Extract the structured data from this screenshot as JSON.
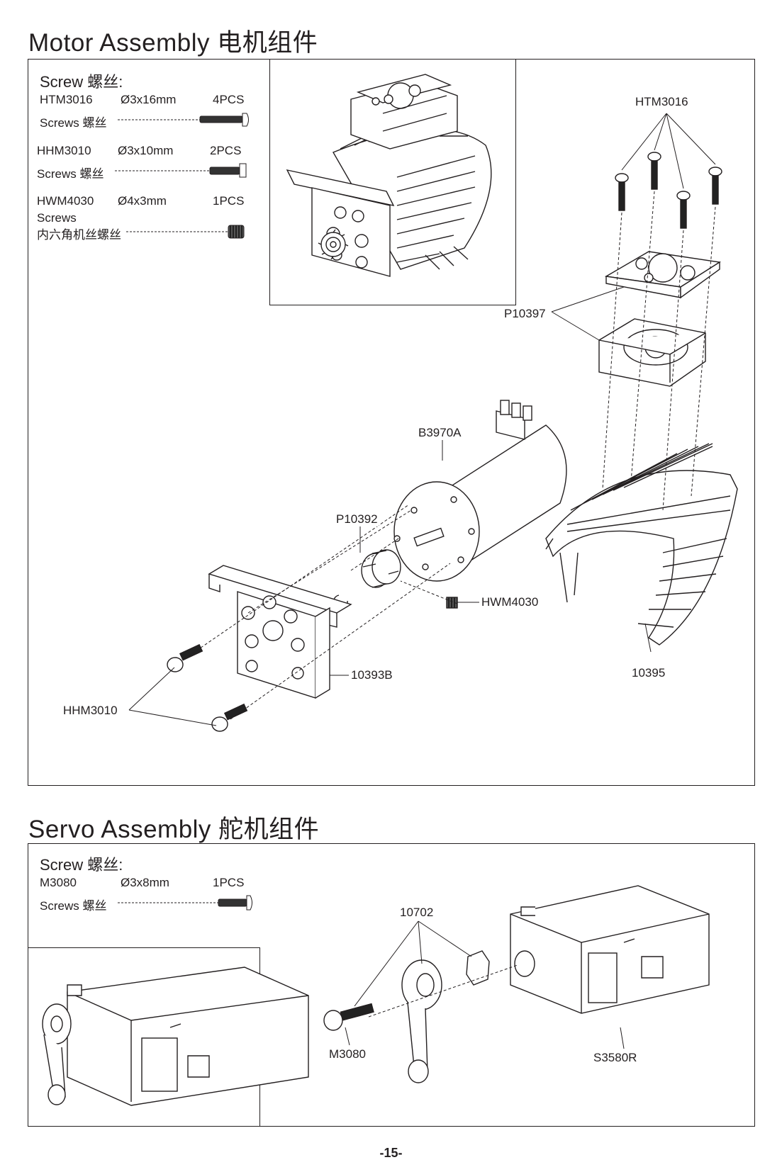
{
  "motor": {
    "title": "Motor Assembly 电机组件",
    "screw_header": "Screw 螺丝:",
    "screws": [
      {
        "code": "HTM3016",
        "size": "Ø3x16mm",
        "qty": "4PCS",
        "desc": "Screws 螺丝"
      },
      {
        "code": "HHM3010",
        "size": "Ø3x10mm",
        "qty": "2PCS",
        "desc": "Screws 螺丝"
      },
      {
        "code": "HWM4030",
        "size": "Ø4x3mm",
        "qty": "1PCS",
        "desc": "Screws",
        "desc2": "内六角机丝螺丝"
      }
    ],
    "callouts": {
      "htm3016": "HTM3016",
      "p10397": "P10397",
      "b3970a": "B3970A",
      "p10392": "P10392",
      "hwm4030": "HWM4030",
      "b10393": "10393B",
      "c10395": "10395",
      "hhm3010": "HHM3010"
    }
  },
  "servo": {
    "title": "Servo Assembly 舵机组件",
    "screw_header": "Screw 螺丝:",
    "screws": [
      {
        "code": "M3080",
        "size": "Ø3x8mm",
        "qty": "1PCS",
        "desc": "Screws 螺丝"
      }
    ],
    "callouts": {
      "c10702": "10702",
      "m3080": "M3080",
      "s3580r": "S3580R"
    }
  },
  "page_number": "-15-"
}
